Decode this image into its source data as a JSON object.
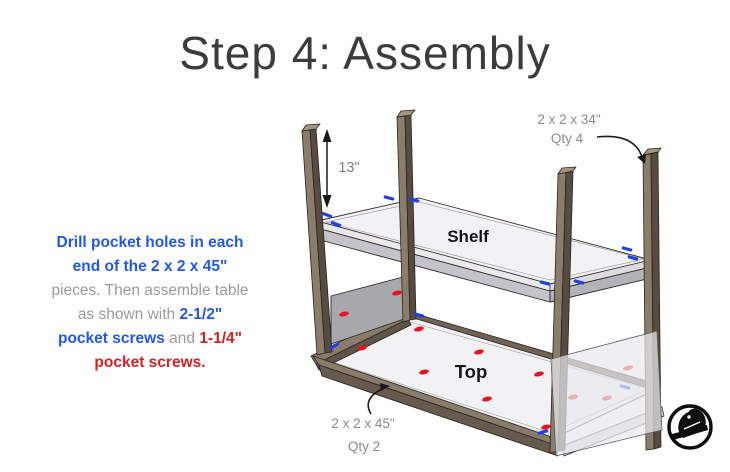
{
  "slide": {
    "title": "Step 4: Assembly"
  },
  "instructions": {
    "lines": [
      {
        "segments": [
          {
            "text": "Drill pocket holes in each",
            "color": "blue"
          }
        ]
      },
      {
        "segments": [
          {
            "text": "end of the 2 x 2 x 45\"",
            "color": "blue"
          }
        ]
      },
      {
        "segments": [
          {
            "text": "pieces. Then assemble table",
            "color": "gray"
          }
        ]
      },
      {
        "segments": [
          {
            "text": "as shown with ",
            "color": "gray"
          },
          {
            "text": "2-1/2\"",
            "color": "blue"
          }
        ]
      },
      {
        "segments": [
          {
            "text": "pocket screws",
            "color": "blue"
          },
          {
            "text": " and ",
            "color": "gray"
          },
          {
            "text": "1-1/4\"",
            "color": "red"
          }
        ]
      },
      {
        "segments": [
          {
            "text": "pocket screws.",
            "color": "red"
          }
        ]
      }
    ]
  },
  "diagram": {
    "dimension_label": "13\"",
    "shelf_label": "Shelf",
    "top_label": "Top",
    "callouts": {
      "legs": {
        "size": "2 x 2 x 34\"",
        "qty": "Qty 4"
      },
      "rails": {
        "size": "2 x 2 x 45\"",
        "qty": "Qty 2"
      }
    },
    "screw_marks": {
      "blue_meaning": "2-1/2\" pocket screws",
      "red_meaning": "1-1/4\" pocket screws"
    }
  },
  "colors": {
    "title_text": "#3c3c3c",
    "annotation_gray": "#8a8a8a",
    "text_blue": "#2457e4",
    "text_red": "#cf2328",
    "text_gray": "#9b9b9b",
    "wood_light": "#8b7d6b",
    "wood_dark": "#574c41",
    "panel_white": "#f2f2f4",
    "end_panel_gray": "#a7a7ac",
    "screw_blue": "#2040e8",
    "screw_red": "#ea1220"
  },
  "logo": {
    "name": "maker-logo"
  }
}
